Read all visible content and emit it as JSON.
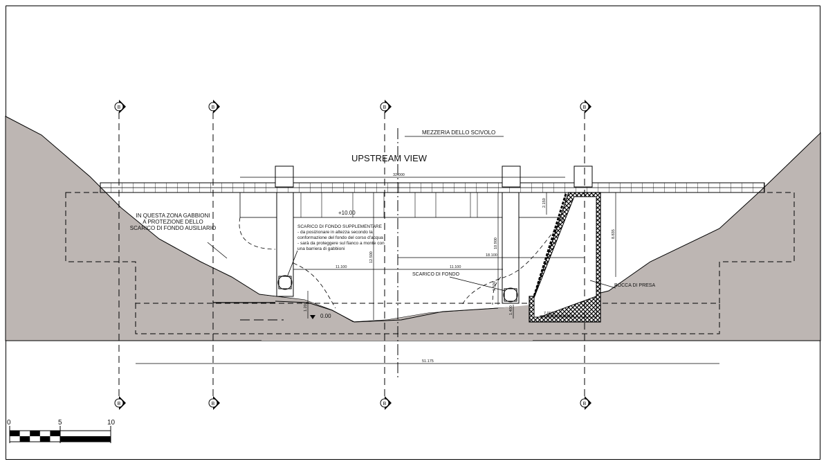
{
  "drawing": {
    "title": "UPSTREAM VIEW",
    "centerline_label": "MEZZERIA DELLO SCIVOLO",
    "elevation_top": "+10.00",
    "elevation_bottom": "0.00",
    "gabion_note": [
      "IN QUESTA ZONA GABBIONI",
      "A PROTEZIONE DELLO",
      "SCARICO DI FONDO AUSILIARIO"
    ],
    "supplementary_note": [
      "SCARICO DI FONDO SUPPLEMENTARE",
      "- da posizionare in altezza secondo la",
      "conformazione del fondo del corso d'acqua",
      "- sarà da proteggere sul fianco a monte con",
      "una barriera di gabbioni"
    ],
    "bottom_outlet_label": "SCARICO DI FONDO",
    "intake_label": "BOCCA DI PRESA",
    "dims": {
      "overall_top": "32.000",
      "left_half": "11.100",
      "right_half": "11.100",
      "right_span": "18.100",
      "height_center": "12.500",
      "height_right": "10.900",
      "height_intake": "8.835",
      "height_top_right": "2.150",
      "small_left": "1.200",
      "small_right": "1.400",
      "small_right2": "1.500",
      "wall_base": "7.000",
      "overall_bottom": "51.175"
    },
    "section_markers": [
      "B",
      "B",
      "B",
      "B"
    ],
    "scale_bar": {
      "ticks": [
        "0",
        "5",
        "10"
      ]
    }
  }
}
